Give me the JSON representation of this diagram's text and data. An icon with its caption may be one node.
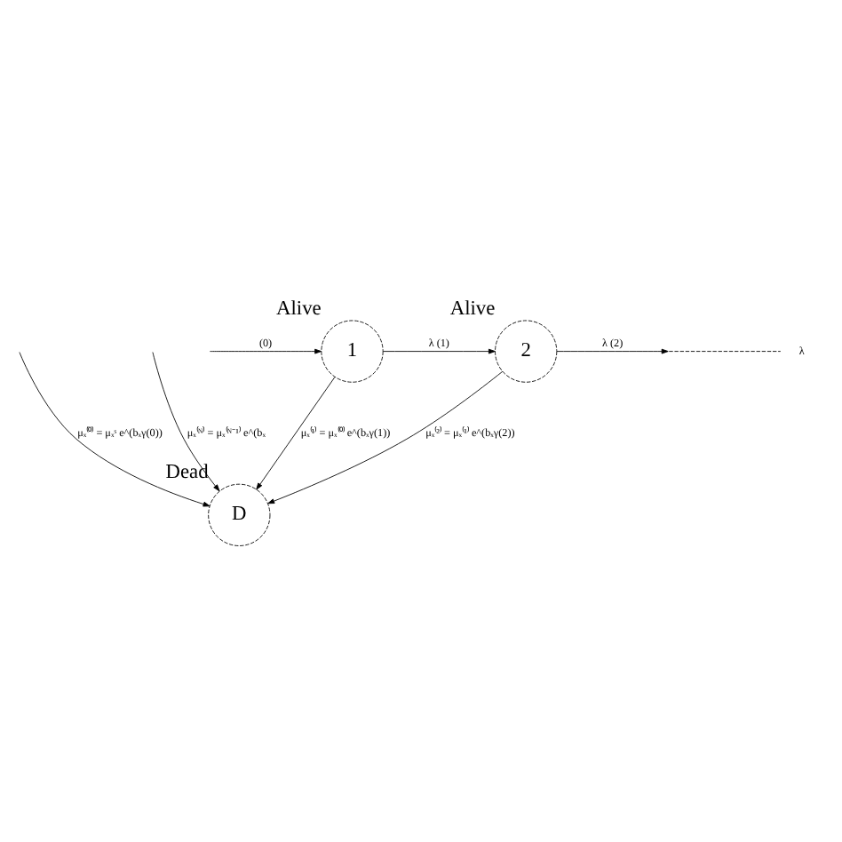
{
  "diagram": {
    "nodes": [
      {
        "text": [
          "1"
        ],
        "beside": [
          "Alive"
        ]
      },
      {
        "text": [
          "2"
        ],
        "beside": [
          "Alive"
        ]
      },
      {
        "text": [
          "D"
        ],
        "beside": [
          "Dead"
        ]
      }
    ],
    "edges": [
      {
        "from": null,
        "to": 0,
        "arrow": "to",
        "label": "(0)"
      },
      {
        "from": 0,
        "to": 1,
        "arrow": "to",
        "label": "λ (1)"
      },
      {
        "from": 1,
        "to": null,
        "arrow": "to",
        "label": "λ (2)"
      },
      {
        "from": null,
        "to": 2,
        "arrow": "to",
        "label": "μₓ⁽⁰⁾ = μₓˢ e^(bₓγ(0))"
      },
      {
        "from": 0,
        "to": 2,
        "arrow": "to",
        "label": "μₓ⁽¹⁾ = μₓ⁽⁰⁾ e^(bₓγ(1))"
      },
      {
        "from": 1,
        "to": 2,
        "arrow": "to",
        "label": "μₓ⁽²⁾ = μₓ⁽¹⁾ e^(bₓγ(2))"
      },
      {
        "from": null,
        "to": 2,
        "arrow": "to",
        "label": "μₓ⁽ᴺ⁾ = μₓ⁽ᴺ⁻¹⁾ e^(bₓ"
      }
    ],
    "labels": [
      "λ"
    ]
  }
}
